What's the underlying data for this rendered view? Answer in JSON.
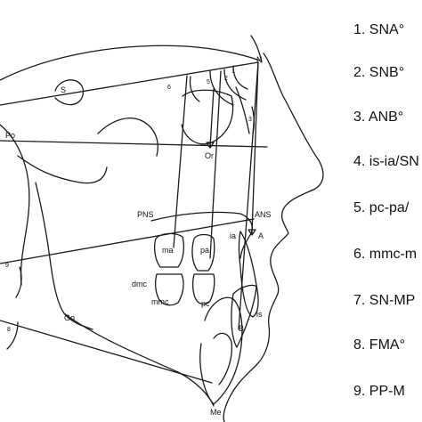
{
  "landmarks": {
    "N": "N",
    "S": "S",
    "Po": "Po",
    "Or": "Or",
    "PNS": "PNS",
    "ANS": "ANS",
    "A": "A",
    "B": "B",
    "Go": "Go",
    "Me": "Me",
    "ia": "ia",
    "is": "is",
    "ma": "ma",
    "pa": "pa",
    "dmc": "dmc",
    "mmc": "mmc",
    "pc": "pc"
  },
  "angle_numbers": [
    "1",
    "2",
    "5",
    "6",
    "3",
    "8",
    "9"
  ],
  "measurements": [
    "1. SNA°",
    "2. SNB°",
    "3. ANB°",
    "4. is-ia/SN",
    "5. pc-pa/",
    "6. mmc-m",
    "7. SN-MP",
    "8.  FMA°",
    "9.  PP-M"
  ],
  "colors": {
    "line": "#1a1a1a",
    "text": "#111111",
    "background": "#ffffff"
  }
}
